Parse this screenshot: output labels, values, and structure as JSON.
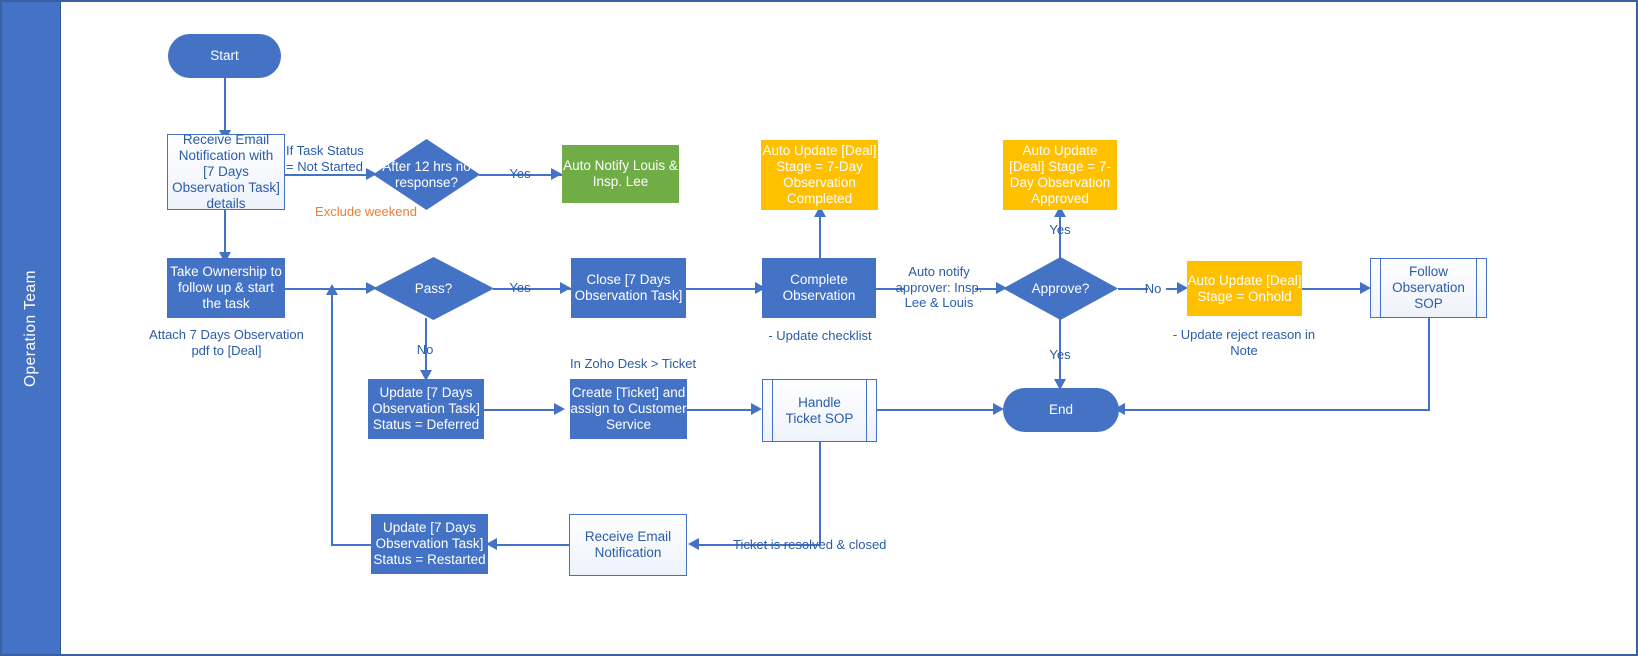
{
  "swimlane": {
    "title": "Operation Team"
  },
  "nodes": {
    "start": "Start",
    "receive_email_task": "Receive Email Notification with [7 Days Observation Task] details",
    "after_12hrs": "After 12 hrs no response?",
    "auto_notify": "Auto Notify Louis & Insp. Lee",
    "auto_update_completed": "Auto Update [Deal] Stage = 7-Day Observation Completed",
    "auto_update_approved": "Auto Update [Deal] Stage = 7-Day Observation Approved",
    "take_ownership": "Take Ownership to follow up & start the task",
    "pass": "Pass?",
    "close_task": "Close [7 Days Observation Task]",
    "complete_observation": "Complete Observation",
    "approve": "Approve?",
    "auto_update_onhold": "Auto Update [Deal] Stage = Onhold",
    "follow_observation_sop": "Follow Observation SOP",
    "update_deferred": "Update [7 Days Observation Task] Status = Deferred",
    "create_ticket": "Create [Ticket] and assign to Customer Service",
    "handle_ticket_sop": "Handle Ticket SOP",
    "end": "End",
    "update_restarted": "Update [7 Days Observation Task] Status = Restarted",
    "receive_email_notification": "Receive Email Notification"
  },
  "labels": {
    "if_task_status": "If Task Status = Not Started",
    "exclude_weekend": "Exclude weekend",
    "yes_12hrs": "Yes",
    "yes_pass": "Yes",
    "no_pass": "No",
    "attach_pdf": "Attach 7 Days Observation pdf to [Deal]",
    "update_checklist": "- Update checklist",
    "auto_notify_approver": "Auto notify approver: Insp. Lee & Louis",
    "yes_approve_up": "Yes",
    "yes_approve_down": "Yes",
    "no_approve": "No",
    "update_reject_reason": "- Update reject reason in Note",
    "in_zoho_desk": "In Zoho Desk > Ticket",
    "ticket_resolved": "Ticket is resolved & closed"
  },
  "colors": {
    "swimlane": "#4472c4",
    "process": "#4472c4",
    "notify": "#70ad47",
    "auto_update": "#ffc000",
    "connector": "#4472c4",
    "note_text": "#2a5caa",
    "warning_text": "#ed7d31"
  }
}
